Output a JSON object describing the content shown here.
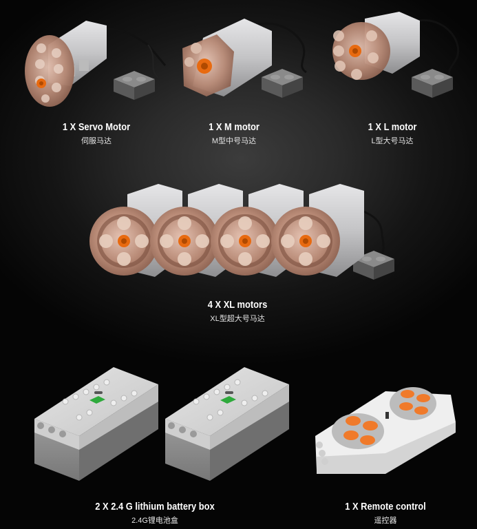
{
  "products": [
    {
      "id": "servo",
      "title": "1 X Servo Motor",
      "subtitle": "伺服马达",
      "quantity": 1,
      "icon": "servo-motor-icon"
    },
    {
      "id": "m-motor",
      "title": "1 X M motor",
      "subtitle": "M型中号马达",
      "quantity": 1,
      "icon": "m-motor-icon"
    },
    {
      "id": "l-motor",
      "title": "1 X L motor",
      "subtitle": "L型大号马达",
      "quantity": 1,
      "icon": "l-motor-icon"
    },
    {
      "id": "xl-motor",
      "title": "4 X XL motors",
      "subtitle": "XL型超大号马达",
      "quantity": 4,
      "icon": "xl-motor-icon"
    },
    {
      "id": "battery",
      "title": "2 X 2.4 G lithium battery box",
      "subtitle": "2.4G锂电池盒",
      "quantity": 2,
      "icon": "battery-box-icon"
    },
    {
      "id": "remote",
      "title": "1 X Remote control",
      "subtitle": "遥控器",
      "quantity": 1,
      "icon": "remote-control-icon"
    }
  ],
  "colors": {
    "motor_housing": "#c9c9cb",
    "transparent_face": "#c89a86",
    "axle_orange": "#e86a10",
    "connector_gray": "#6e6e6e",
    "battery_top": "#d6d6d6",
    "battery_bottom": "#8f8f8f",
    "battery_button": "#2eaa3c",
    "remote_body": "#f2f2f2",
    "remote_buttons": "#f07a2a"
  }
}
